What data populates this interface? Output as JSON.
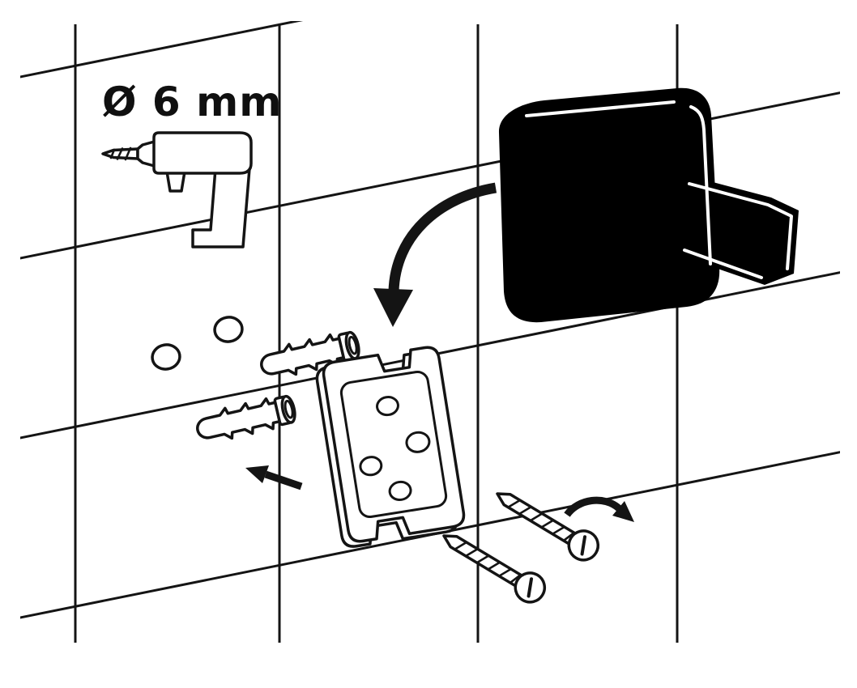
{
  "diagram": {
    "type": "installation-instructions",
    "drill_diameter_label": "Ø 6 mm",
    "colors": {
      "line": "#141414",
      "background": "#ffffff",
      "product": "#000000",
      "highlight": "#ffffff"
    },
    "parts": [
      {
        "name": "tiled-wall-grid"
      },
      {
        "name": "drill-icon"
      },
      {
        "name": "drilled-hole",
        "count": 2
      },
      {
        "name": "wall-plug",
        "count": 2
      },
      {
        "name": "plug-insertion-arrow"
      },
      {
        "name": "mounting-plate",
        "holes": 4
      },
      {
        "name": "screw",
        "count": 2
      },
      {
        "name": "screw-rotation-arrow"
      },
      {
        "name": "wall-hook"
      },
      {
        "name": "hook-placement-arrow"
      }
    ]
  }
}
